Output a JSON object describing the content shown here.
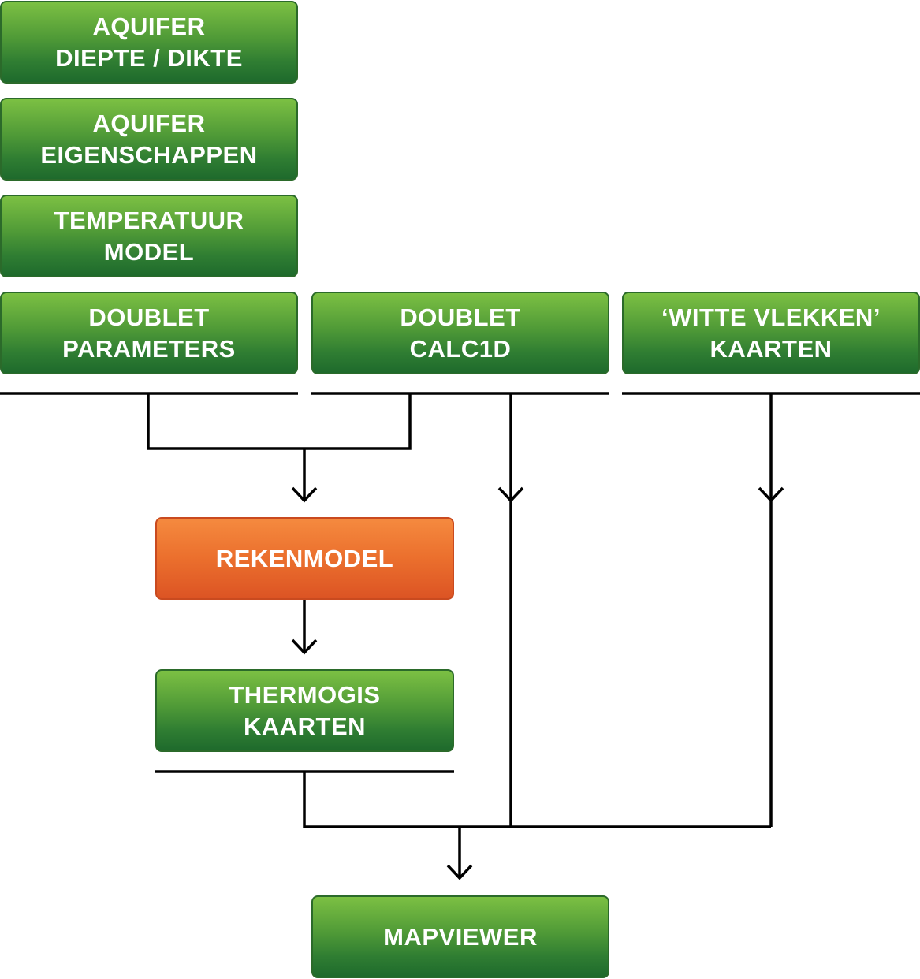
{
  "boxes": {
    "aquifer_diepte": {
      "line1": "AQUIFER",
      "line2": "DIEPTE / DIKTE"
    },
    "aquifer_eigenschappen": {
      "line1": "AQUIFER",
      "line2": "EIGENSCHAPPEN"
    },
    "temperatuur_model": {
      "line1": "TEMPERATUUR",
      "line2": "MODEL"
    },
    "doublet_parameters": {
      "line1": "DOUBLET",
      "line2": "PARAMETERS"
    },
    "doublet_calc1d": {
      "line1": "DOUBLET",
      "line2": "CALC1D"
    },
    "witte_vlekken": {
      "line1": "‘WITTE VLEKKEN’",
      "line2": "KAARTEN"
    },
    "rekenmodel": {
      "line1": "REKENMODEL"
    },
    "thermogis_kaarten": {
      "line1": "THERMOGIS",
      "line2": "KAARTEN"
    },
    "mapviewer": {
      "line1": "MAPVIEWER"
    }
  },
  "colors": {
    "green_top": "#7cc043",
    "green_bottom": "#1e6a2c",
    "orange_top": "#f58a3f",
    "orange_bottom": "#dc5424",
    "connector": "#000000"
  }
}
